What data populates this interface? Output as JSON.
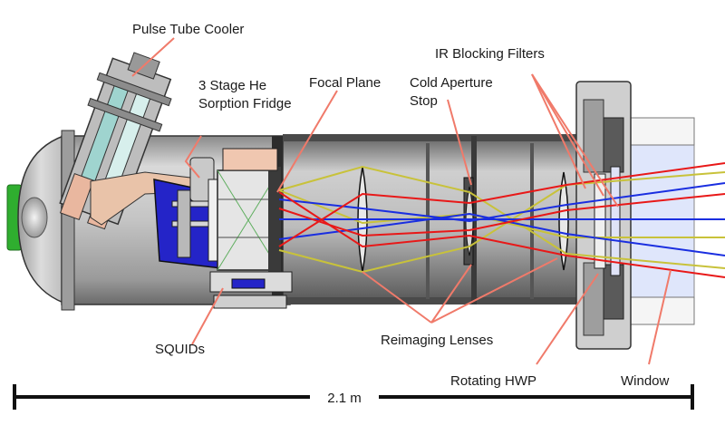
{
  "labels": {
    "pulse_tube": "Pulse Tube Cooler",
    "fridge_line1": "3 Stage He",
    "fridge_line2": "Sorption Fridge",
    "focal_plane": "Focal Plane",
    "cold_stop_line1": "Cold Aperture",
    "cold_stop_line2": "Stop",
    "ir_filters": "IR Blocking Filters",
    "squids": "SQUIDs",
    "reimaging": "Reimaging Lenses",
    "hwp": "Rotating HWP",
    "window": "Window"
  },
  "scale_bar": {
    "label": "2.1 m"
  },
  "colors": {
    "leader": "#f07a6a",
    "ray_red": "#e81818",
    "ray_blue": "#1a2ee0",
    "ray_yellow": "#c8c23a",
    "cryostat_body": "#b9b9b9",
    "cryostat_dark": "#3a3a3a",
    "fridge_panel": "#2424c8",
    "window_tint": "#dfe6fb",
    "heater_green": "#2fae2f"
  }
}
